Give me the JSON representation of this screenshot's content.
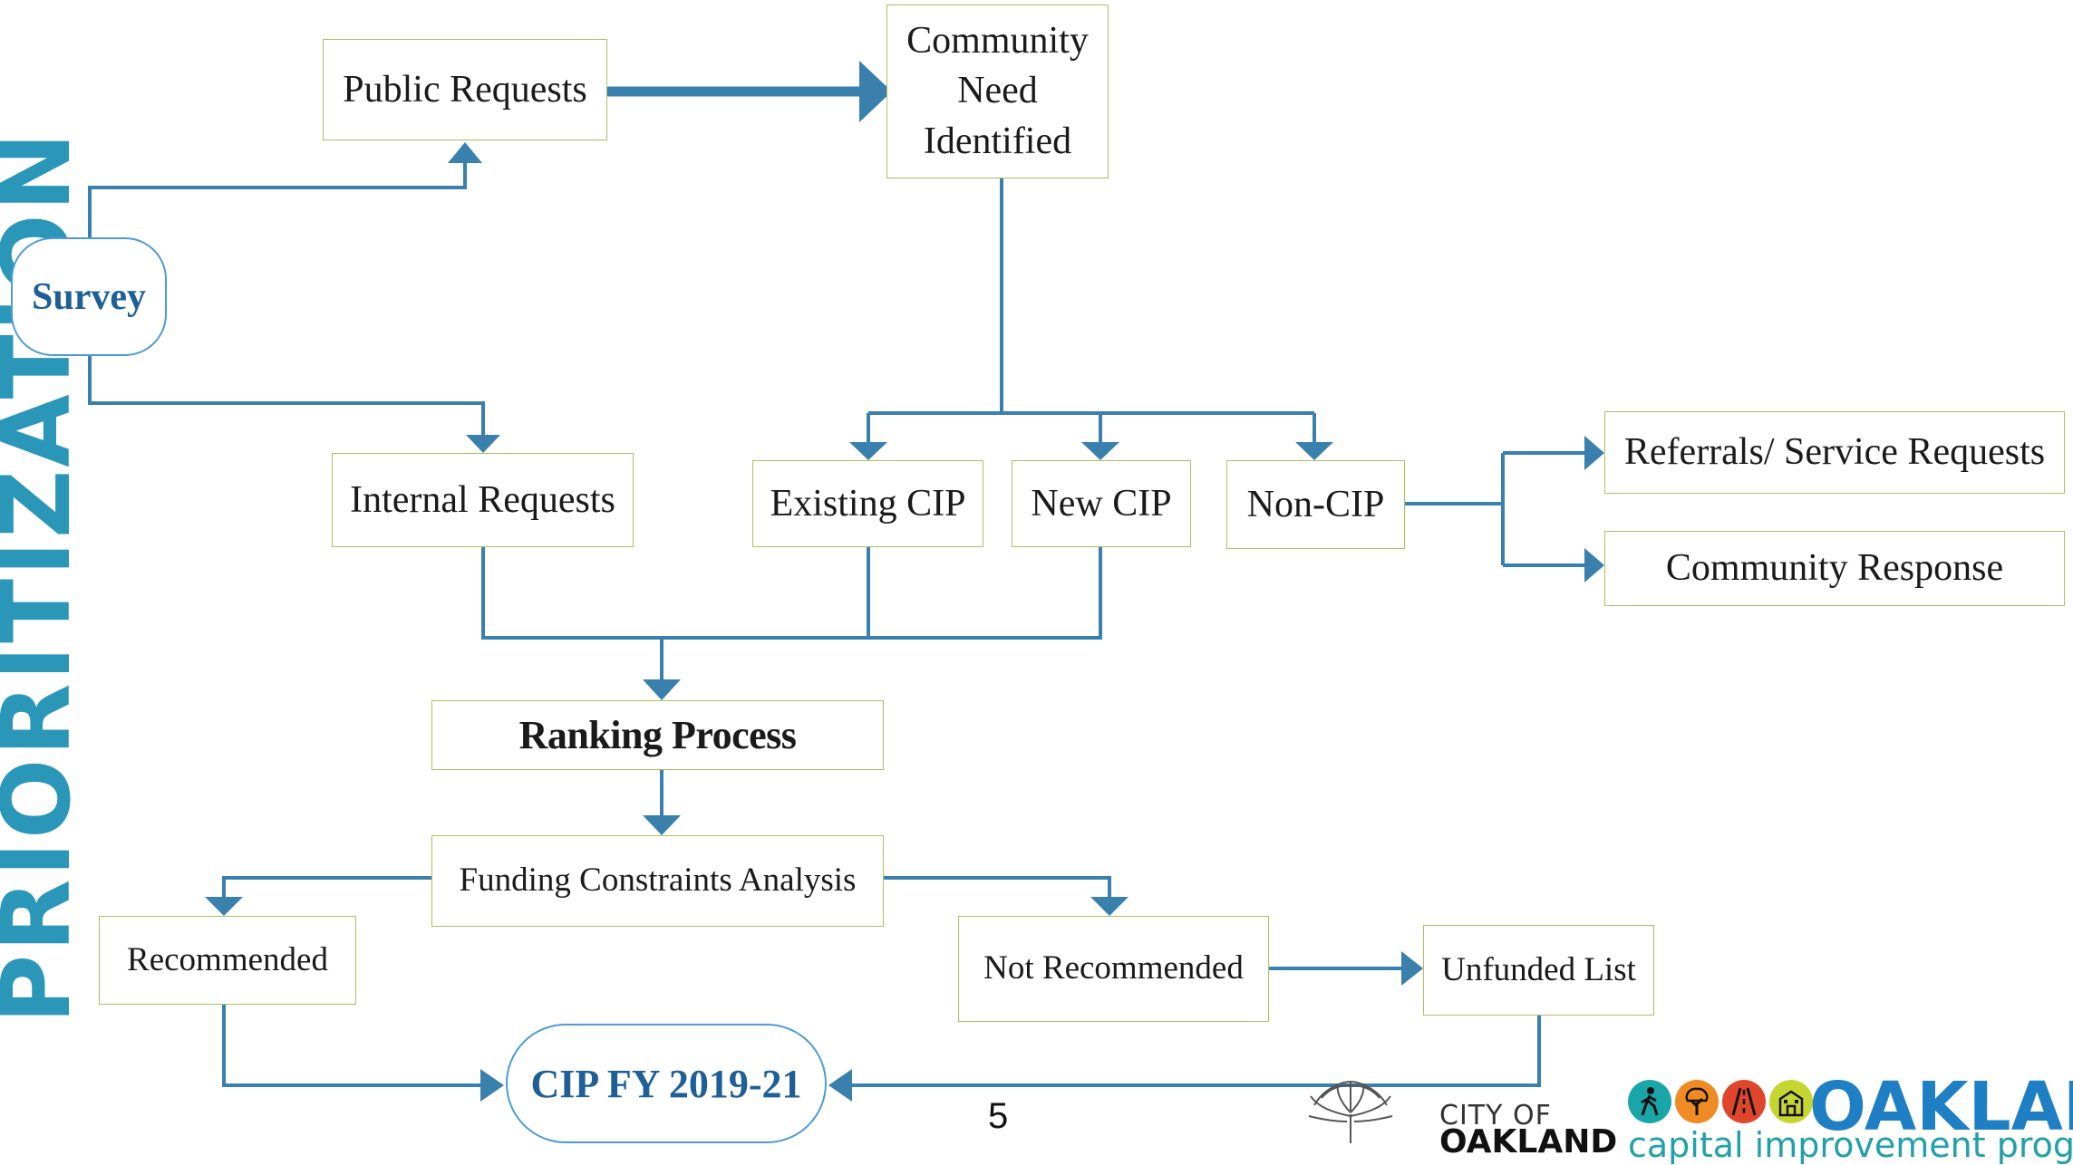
{
  "side_title": "PRIORITIZATION",
  "nodes": {
    "survey": "Survey",
    "public_requests": "Public Requests",
    "community_need_line1": "Community",
    "community_need_line2": "Need",
    "community_need_line3": "Identified",
    "internal_requests": "Internal Requests",
    "existing_cip": "Existing CIP",
    "new_cip": "New CIP",
    "non_cip": "Non-CIP",
    "referrals": "Referrals/ Service Requests",
    "community_response": "Community Response",
    "ranking_process": "Ranking Process",
    "funding_constraints": "Funding Constraints Analysis",
    "recommended": "Recommended",
    "not_recommended": "Not Recommended",
    "unfunded_list": "Unfunded List",
    "cip_fy": "CIP FY 2019-21"
  },
  "page_number": "5",
  "footer": {
    "city_of": "CITY OF",
    "oakland_small": "OAKLAND",
    "oakland_big": "OAKLAN",
    "tagline": "capital improvement progr"
  },
  "colors": {
    "connector": "#3a80ad",
    "box_border": "#a9c25c",
    "pill_border": "#4f9ad6",
    "pill_text": "#1f5f97",
    "side_title": "#2a97b8"
  },
  "logo_icons": [
    "walking-person-icon",
    "tree-icon",
    "road-icon",
    "building-icon"
  ]
}
